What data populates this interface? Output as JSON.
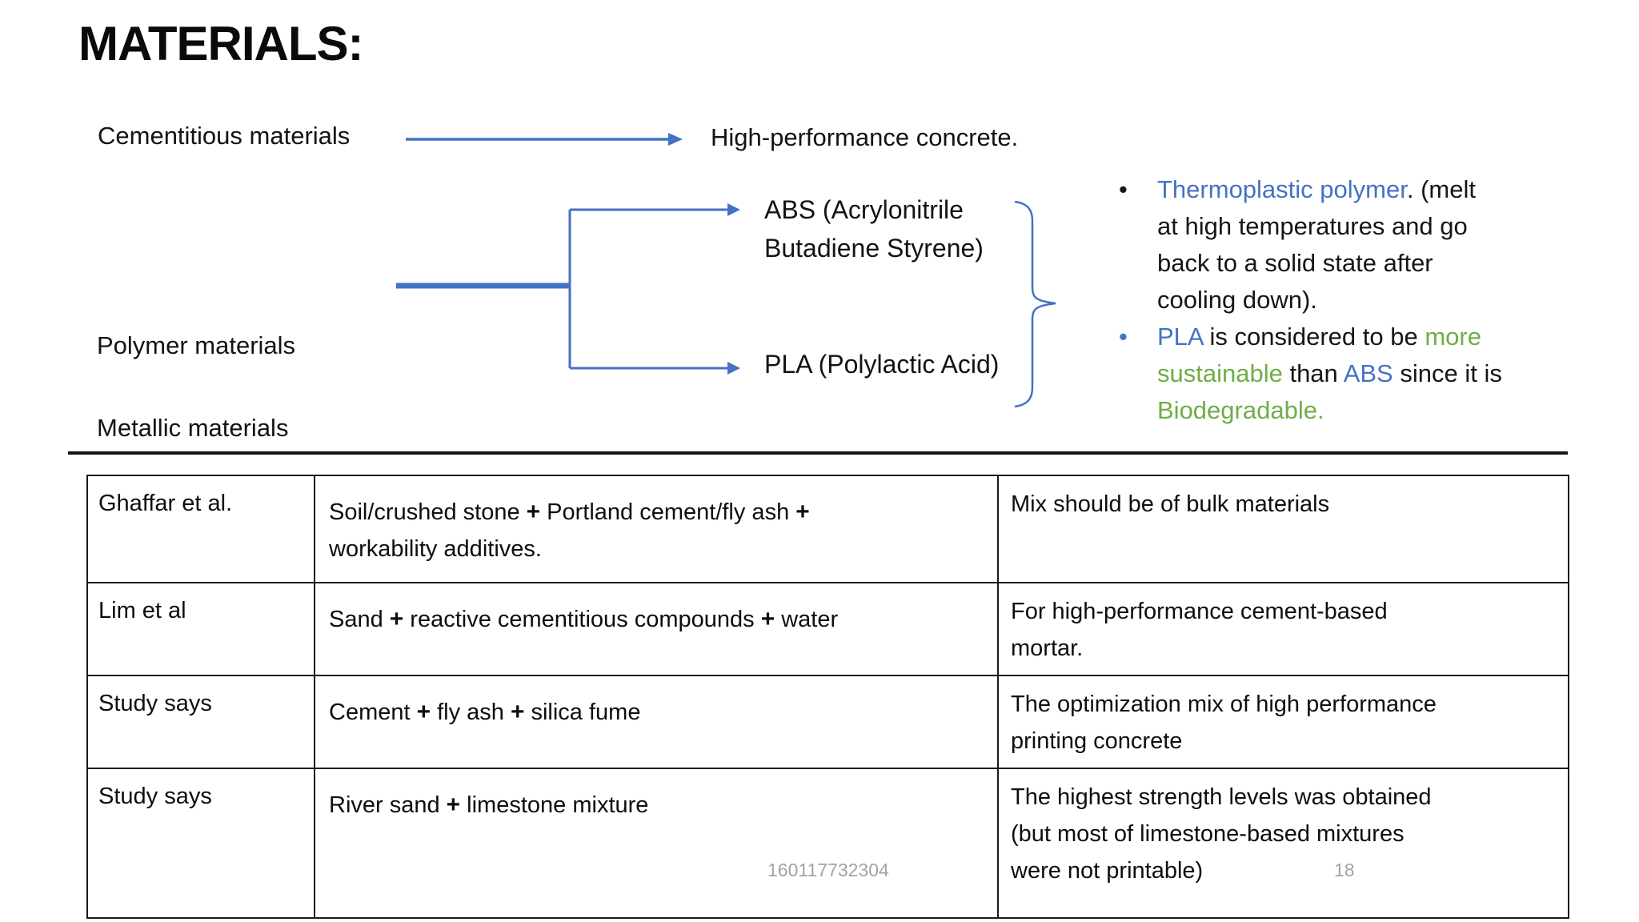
{
  "slide": {
    "title": "MATERIALS:",
    "footer": {
      "id_number": "160117732304",
      "page_number": "18"
    }
  },
  "colors": {
    "accent_blue": "#4472C4",
    "accent_green": "#70AD47",
    "text_black": "#111111",
    "footer_gray": "#a3a3a3"
  },
  "diagram": {
    "cementitious_label": "Cementitious materials",
    "high_performance_label": "High-performance concrete.",
    "polymer_label": "Polymer materials",
    "metallic_label": "Metallic materials",
    "abs_label": "ABS (Acrylonitrile Butadiene Styrene)",
    "pla_label": "PLA (Polylactic Acid)",
    "icons": [
      "right-arrow",
      "branch-connector",
      "curly-brace"
    ]
  },
  "bullets": {
    "b1": {
      "marker": "•",
      "lines": {
        "l1": {
          "s1": " Thermoplastic polymer",
          "s2": ". (melt"
        },
        "l2": "at high temperatures and go",
        "l3": "back to a solid state after",
        "l4": "cooling down)."
      }
    },
    "b2": {
      "marker": "•",
      "lines": {
        "l1": {
          "s1": "PLA",
          "s2": " is considered to be ",
          "s3": "more"
        },
        "l2": {
          "s1": "sustainable",
          "s2": " than ",
          "s3": "ABS",
          "s4": " since it is"
        },
        "l3": {
          "s1": "Biodegradable."
        }
      }
    }
  },
  "table": {
    "rows": [
      {
        "author": "Ghaffar et al.",
        "mix": {
          "p1": "Soil/crushed stone ",
          "plus1": "+",
          "p2": " Portland cement/fly ash ",
          "plus2": "+",
          "line2": "workability additives."
        },
        "note": {
          "l1": "Mix should be of bulk materials"
        }
      },
      {
        "author": "Lim et al",
        "mix": {
          "p1": "Sand ",
          "plus1": "+",
          "p2": " reactive cementitious compounds ",
          "plus2": "+",
          "p3": " water"
        },
        "note": {
          "l1": "For high-performance cement-based",
          "l2": "mortar."
        }
      },
      {
        "author": "Study says",
        "mix": {
          "p1": "Cement ",
          "plus1": "+",
          "p2": " fly ash ",
          "plus2": "+",
          "p3": "  silica fume"
        },
        "note": {
          "l1": "The optimization mix of high performance",
          "l2": "printing concrete"
        }
      },
      {
        "author": "Study says",
        "mix": {
          "p1": "River sand ",
          "plus1": "+",
          "p2": " limestone mixture"
        },
        "note": {
          "l1": "The highest strength levels was obtained",
          "l2": "(but most of limestone-based mixtures",
          "l3": "were not printable)"
        }
      }
    ]
  }
}
